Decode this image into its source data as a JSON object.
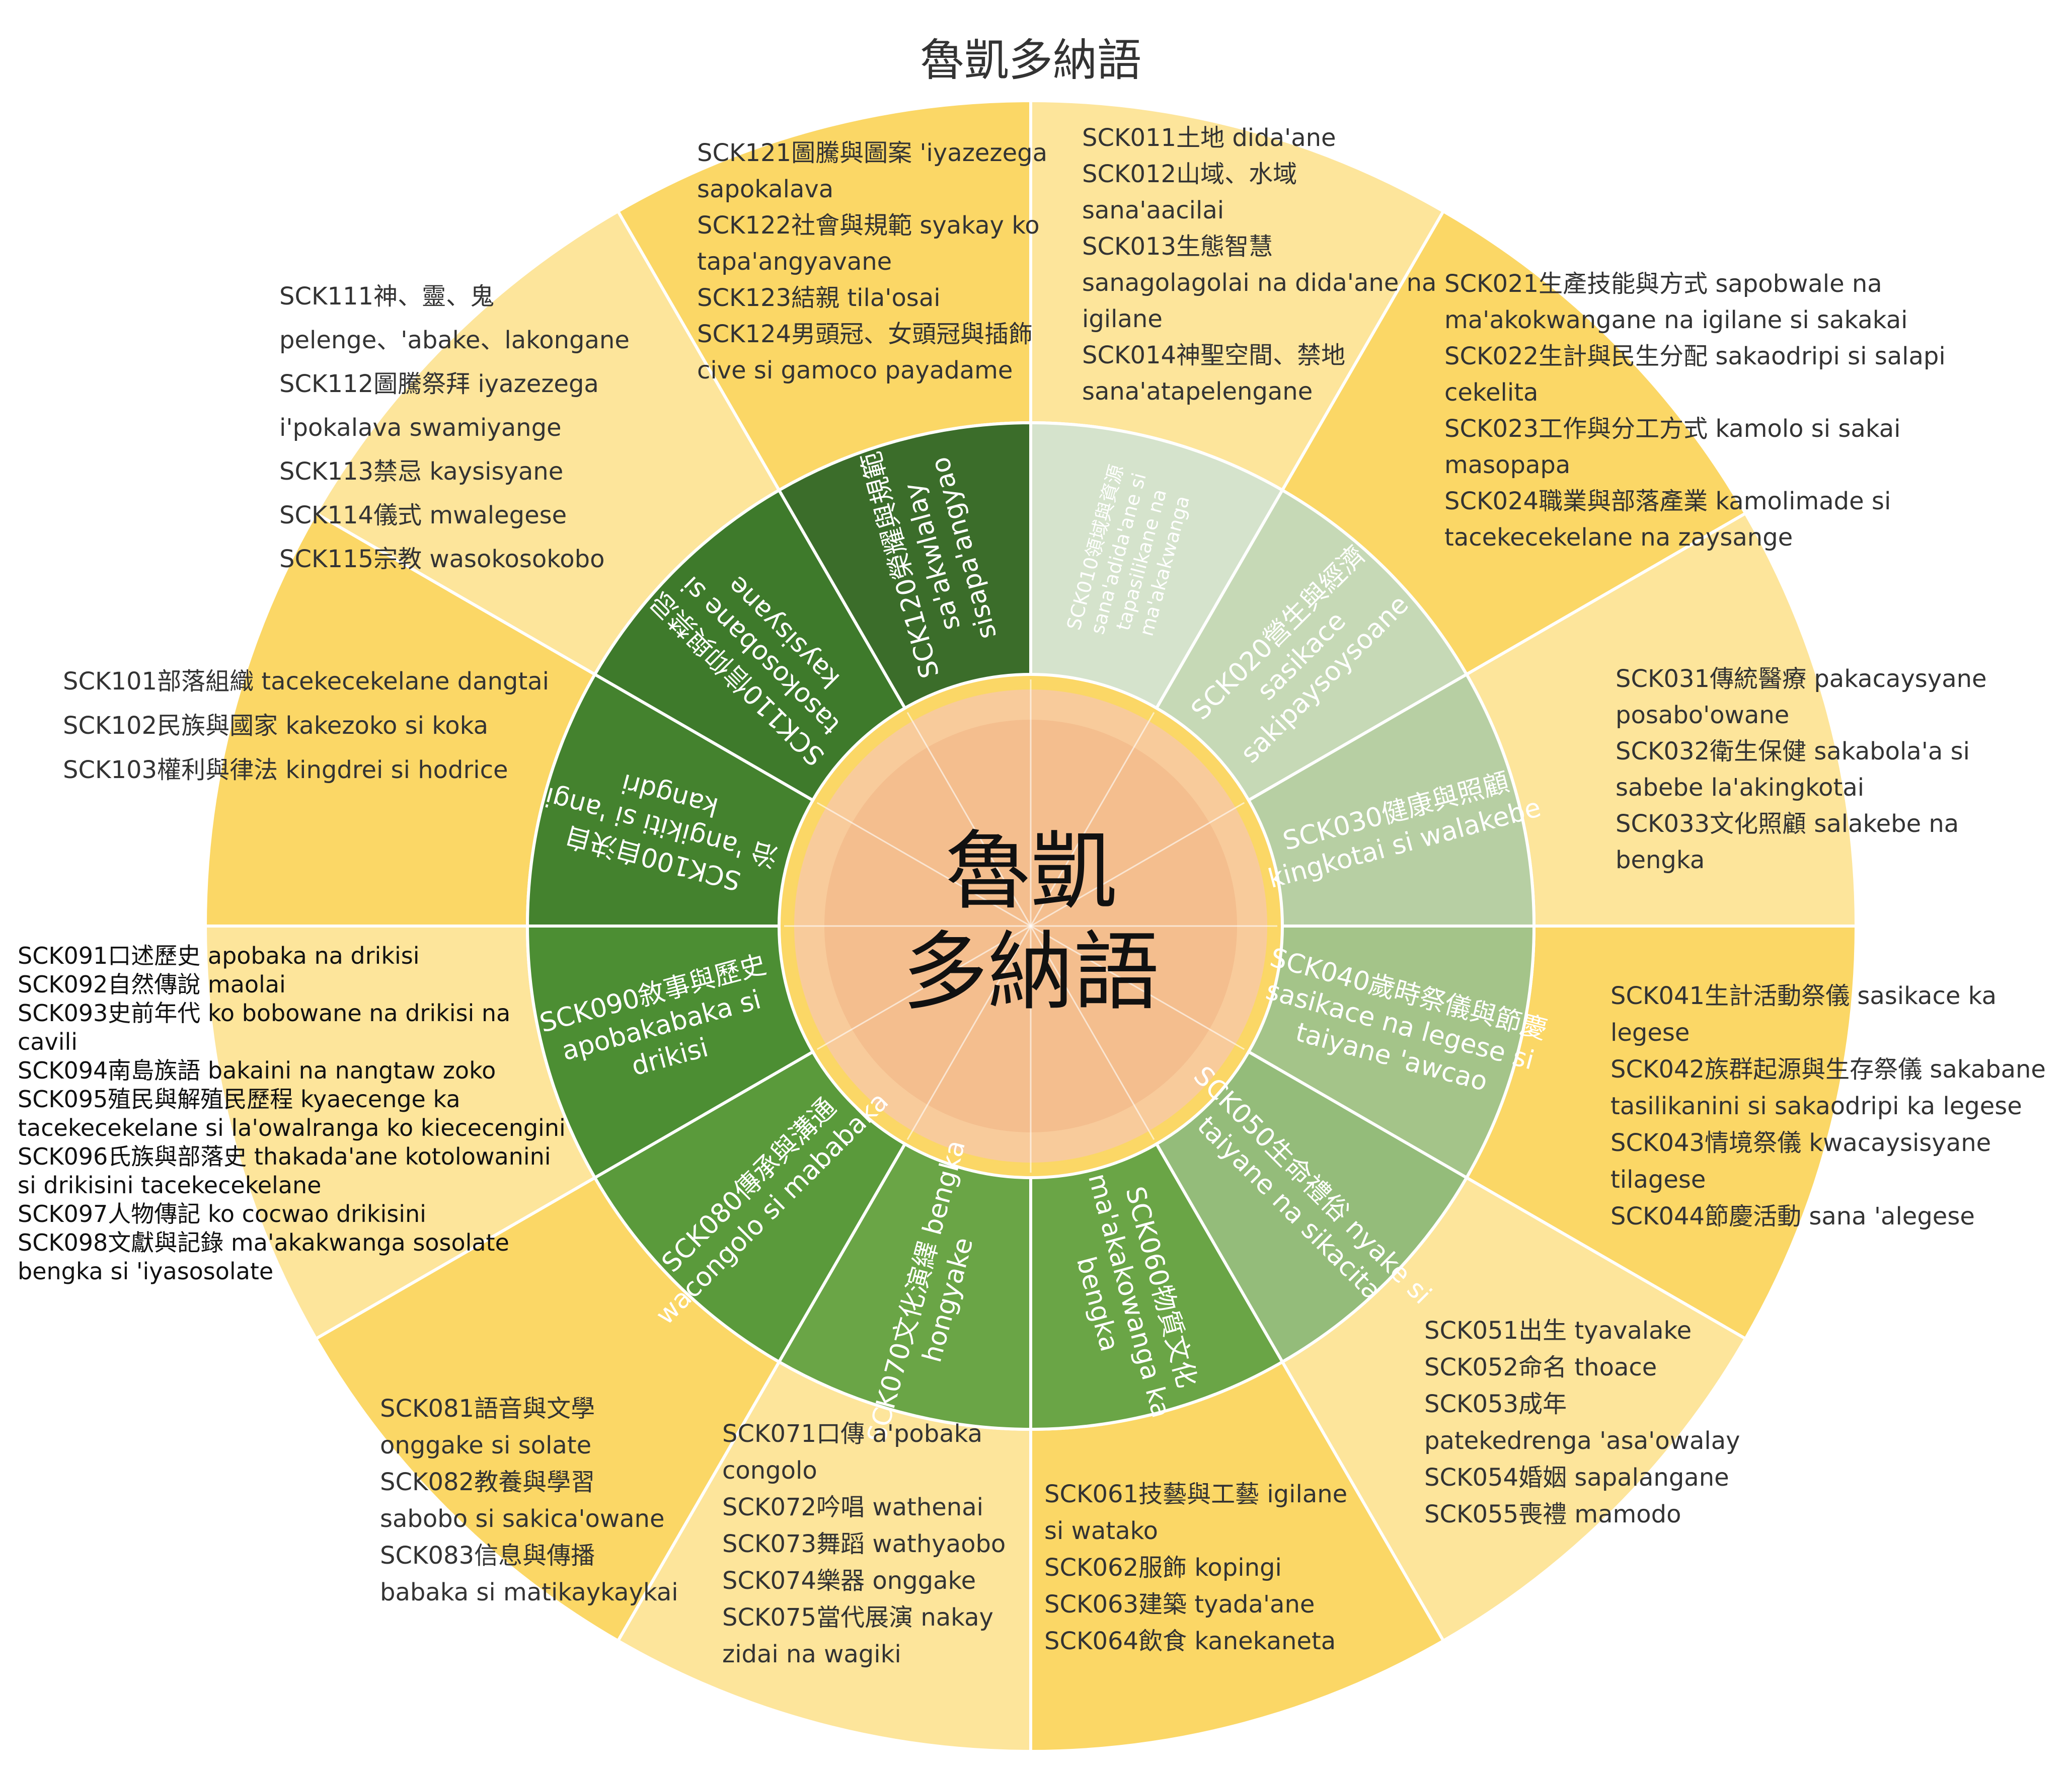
{
  "title": "魯凱多納語",
  "center": {
    "line1": "魯凱",
    "line2": "多納語"
  },
  "colors": {
    "outer_a": "#FBD766",
    "outer_b": "#FDE59B",
    "ring_yellow": "#FBD766",
    "inner_core": "#F4BE8E",
    "core_outer": "#F8CB9B",
    "divider": "#ffffff",
    "text_dark": "#333333",
    "text_light": "#ffffff"
  },
  "themes": [
    {
      "code": "SCK010",
      "lines": [
        "SCK010領域與資源",
        "sana'adida'ane si",
        "tapasilikane na",
        "ma'akakwanga"
      ],
      "color": "#D5E3CC",
      "outer_color": "#FDE59B",
      "items": [
        "SCK011土地 dida'ane",
        "SCK012山域、水域",
        "sana'aacilai",
        "SCK013生態智慧",
        "sanagolagolai na dida'ane na",
        "igilane",
        "SCK014神聖空間、禁地",
        "sana'atapelengane"
      ]
    },
    {
      "code": "SCK020",
      "lines": [
        "SCK020營生與經濟",
        "sasikace",
        "sakipaysoysoane"
      ],
      "color": "#C6D9B6",
      "outer_color": "#FBD766",
      "items": [
        "SCK021生產技能與方式 sapobwale na",
        "ma'akokwangane na igilane si sakakai",
        "SCK022生計與民生分配 sakaodripi si salapi",
        "cekelita",
        "SCK023工作與分工方式 kamolo si sakai",
        "masopapa",
        "SCK024職業與部落產業 kamolimade si",
        "tacekecekelane na zaysange"
      ]
    },
    {
      "code": "SCK030",
      "lines": [
        "SCK030健康與照顧",
        "kingkotai si walakebe"
      ],
      "color": "#B7CFA3",
      "outer_color": "#FDE59B",
      "items": [
        "SCK031傳統醫療 pakacaysyane",
        "posabo'owane",
        "SCK032衛生保健 sakabola'a si",
        "sabebe la'akingkotai",
        "SCK033文化照顧 salakebe na",
        "bengka"
      ]
    },
    {
      "code": "SCK040",
      "lines": [
        "SCK040歲時祭儀與節慶",
        "sasikace na legese si",
        "taiyane 'awcao"
      ],
      "color": "#A4C489",
      "outer_color": "#FBD766",
      "items": [
        "SCK041生計活動祭儀 sasikace ka",
        "legese",
        "SCK042族群起源與生存祭儀 sakabane",
        "tasilikanini si sakaodripi ka legese",
        "SCK043情境祭儀 kwacaysisyane",
        "tilagese",
        "SCK044節慶活動 sana 'alegese"
      ]
    },
    {
      "code": "SCK050",
      "lines": [
        "SCK050生命禮俗 nyake si",
        "taiyane na sikacita"
      ],
      "color": "#94BC7A",
      "outer_color": "#FDE59B",
      "items": [
        "SCK051出生 tyavalake",
        "SCK052命名 thoace",
        "SCK053成年",
        "patekedrenga 'asa'owalay",
        "SCK054婚姻 sapalangane",
        "SCK055喪禮 mamodo"
      ]
    },
    {
      "code": "SCK060",
      "lines": [
        "SCK060物質文化",
        "ma'akakowanga ka",
        "bengka"
      ],
      "color": "#6AA546",
      "outer_color": "#FBD766",
      "items": [
        "SCK061技藝與工藝 igilane",
        "si watako",
        "SCK062服飾 kopingi",
        "SCK063建築 tyada'ane",
        "SCK064飲食 kanekaneta"
      ]
    },
    {
      "code": "SCK070",
      "lines": [
        "SCK070文化演繹 bengka",
        "hongyake"
      ],
      "color": "#6AA546",
      "outer_color": "#FDE59B",
      "items": [
        "SCK071口傳 a'pobaka",
        "congolo",
        "SCK072吟唱 wathenai",
        "SCK073舞蹈 wathyaobo",
        "SCK074樂器 onggake",
        "SCK075當代展演 nakay",
        "zidai na wagiki"
      ]
    },
    {
      "code": "SCK080",
      "lines": [
        "SCK080傳承與溝通",
        "wacongolo si mababaka"
      ],
      "color": "#5A9A3B",
      "outer_color": "#FBD766",
      "items": [
        "SCK081語音與文學",
        "onggake si solate",
        "SCK082教養與學習",
        "sabobo si sakica'owane",
        "SCK083信息與傳播",
        "babaka si matikaykaykai"
      ]
    },
    {
      "code": "SCK090",
      "lines": [
        "SCK090敘事與歷史",
        "apobakabaka si",
        "drikisi"
      ],
      "color": "#4C8E33",
      "outer_color": "#FDE59B",
      "items": [
        "SCK091口述歷史 apobaka na drikisi",
        "SCK092自然傳說 maolai",
        "SCK093史前年代 ko bobowane na drikisi na",
        "cavili",
        "SCK094南島族語 bakaini na nangtaw zoko",
        "SCK095殖民與解殖民歷程 kyaecenge ka",
        "tacekecekelane si la'owalranga ko kiececengini",
        "SCK096氏族與部落史 thakada'ane kotolowanini",
        "si drikisini tacekecekelane",
        "SCK097人物傳記 ko cocwao drikisini",
        "SCK098文獻與記錄 ma'akakwanga sosolate",
        "bengka si 'iyasosolate"
      ]
    },
    {
      "code": "SCK100",
      "lines": [
        "SCK100自決自",
        "治 'angikiti si 'angi",
        "kangdri"
      ],
      "color": "#44822E",
      "outer_color": "#FBD766",
      "items": [
        "SCK101部落組織 tacekecekelane dangtai",
        "SCK102民族與國家 kakezoko si koka",
        "SCK103權利與律法 kingdrei si hodrice"
      ]
    },
    {
      "code": "SCK110",
      "lines": [
        "SCK110信仰與禁忌",
        "tasokosobane si",
        "kaysisyane"
      ],
      "color": "#3E7A2B",
      "outer_color": "#FDE59B",
      "items": [
        "SCK111神、靈、鬼",
        "pelenge、'abake、lakongane",
        "SCK112圖騰祭拜 iyazezega",
        "i'pokalava swamiyange",
        "SCK113禁忌 kaysisyane",
        "SCK114儀式 mwalegese",
        "SCK115宗教 wasokosokobo"
      ]
    },
    {
      "code": "SCK120",
      "lines": [
        "SCK120榮耀與規範",
        "sa'akwlalay",
        "sisapa'angyao"
      ],
      "color": "#3B6D2A",
      "outer_color": "#FBD766",
      "items": [
        "SCK121圖騰與圖案 'iyazezega",
        "sapokalava",
        "SCK122社會與規範 syakay ko",
        "tapa'angyavane",
        "SCK123結親 tila'osai",
        "SCK124男頭冠、女頭冠與插飾",
        "cive si gamoco payadame"
      ]
    }
  ]
}
